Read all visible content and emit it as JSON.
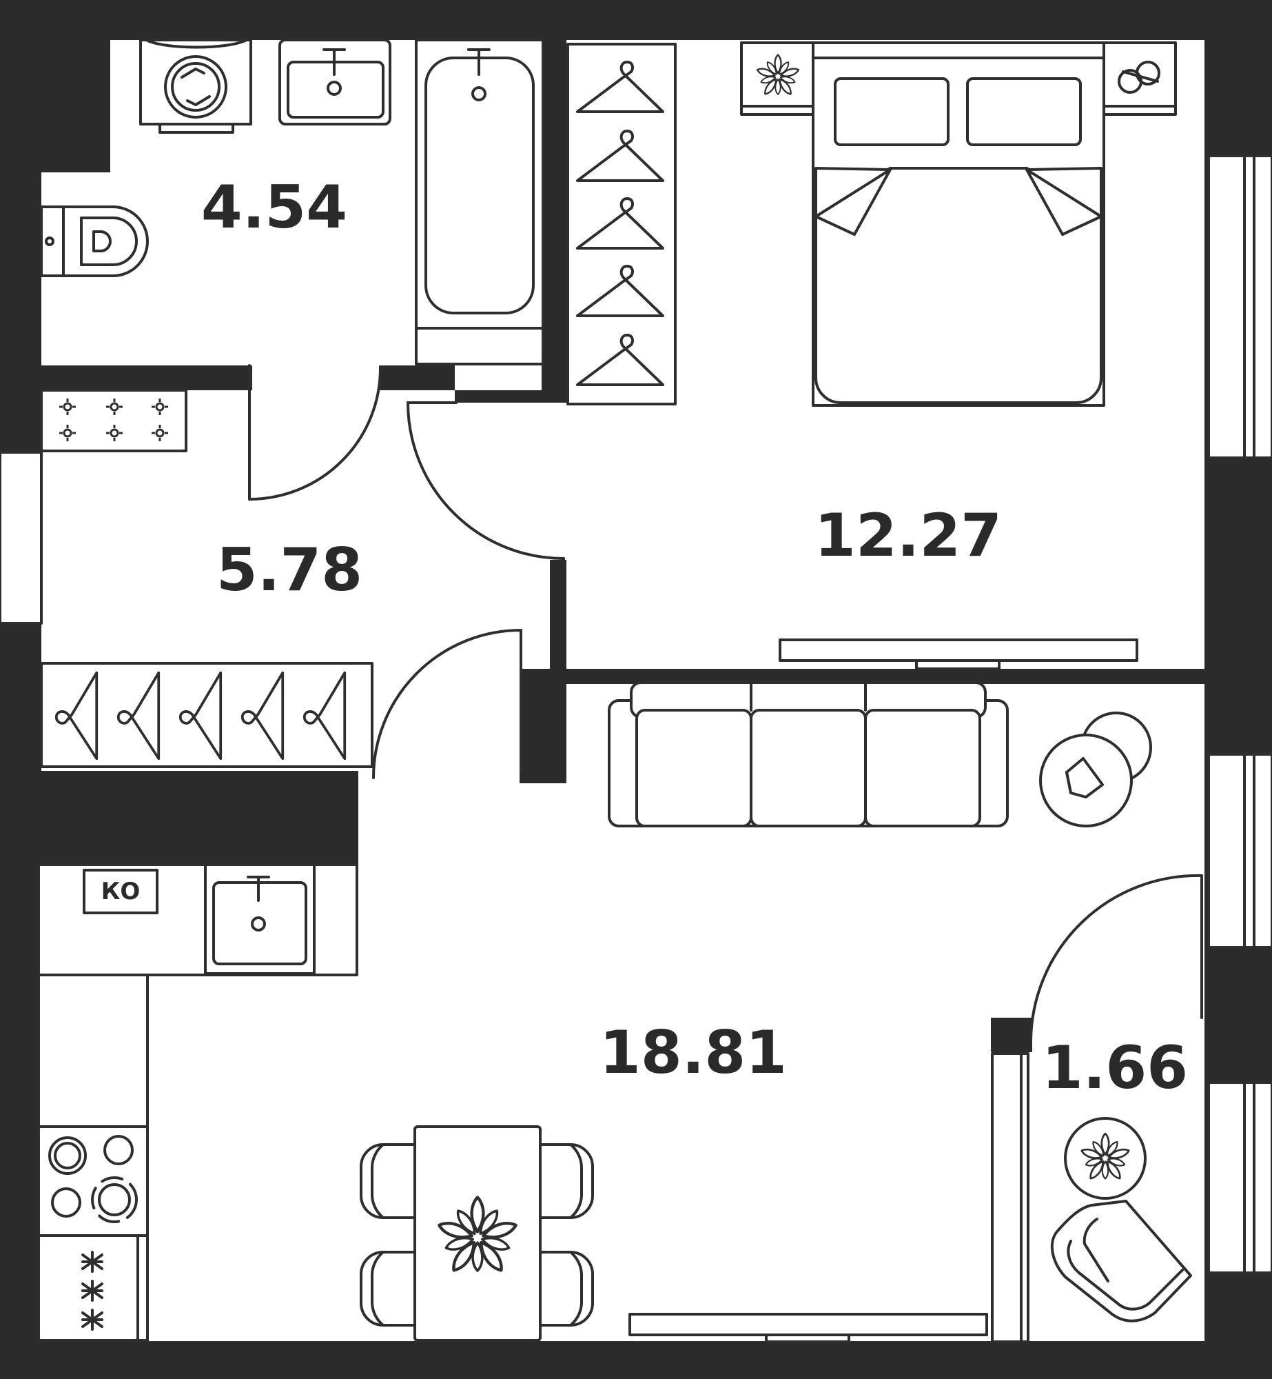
{
  "plan": {
    "colors": {
      "wall": "#2b2b2b",
      "line": "#2e2e2e",
      "floor": "#ffffff",
      "text": "#2a2a2a"
    },
    "rooms": [
      {
        "id": "bathroom",
        "area": "4.54"
      },
      {
        "id": "hallway",
        "area": "5.78"
      },
      {
        "id": "bedroom",
        "area": "12.27"
      },
      {
        "id": "living-kitchen",
        "area": "18.81"
      },
      {
        "id": "balcony",
        "area": "1.66"
      }
    ],
    "markers": {
      "kitchen_cabinet": "КО"
    },
    "icons": [
      "washing-machine-icon",
      "sink-icon",
      "bathtub-icon",
      "toilet-icon",
      "wardrobe-hanger-icon",
      "bed-icon",
      "nightstand-icon",
      "flower-icon",
      "tv-stand-icon",
      "sofa-icon",
      "coffee-table-icon",
      "shoe-rack-icon",
      "stove-icon",
      "dining-table-icon",
      "chair-icon",
      "armchair-icon",
      "window-icon",
      "door-icon"
    ]
  }
}
